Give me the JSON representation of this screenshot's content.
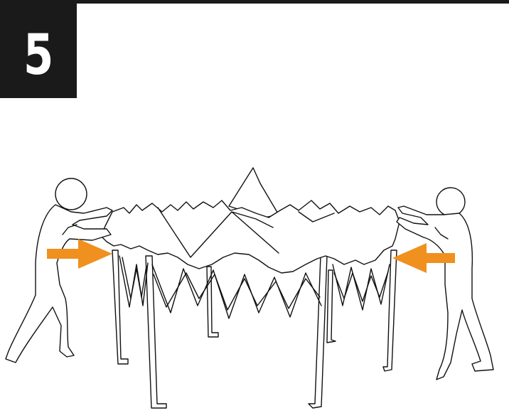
{
  "step": {
    "number": "5"
  },
  "colors": {
    "badge": "#1a1a1a",
    "arrow": "#f0901e",
    "line": "#111111"
  },
  "illustration": {
    "figures": [
      "left-person",
      "right-person"
    ],
    "object": "pop-up-canopy-frame-with-cover",
    "arrows": [
      "arrow-right-pointing",
      "arrow-left-pointing"
    ]
  }
}
